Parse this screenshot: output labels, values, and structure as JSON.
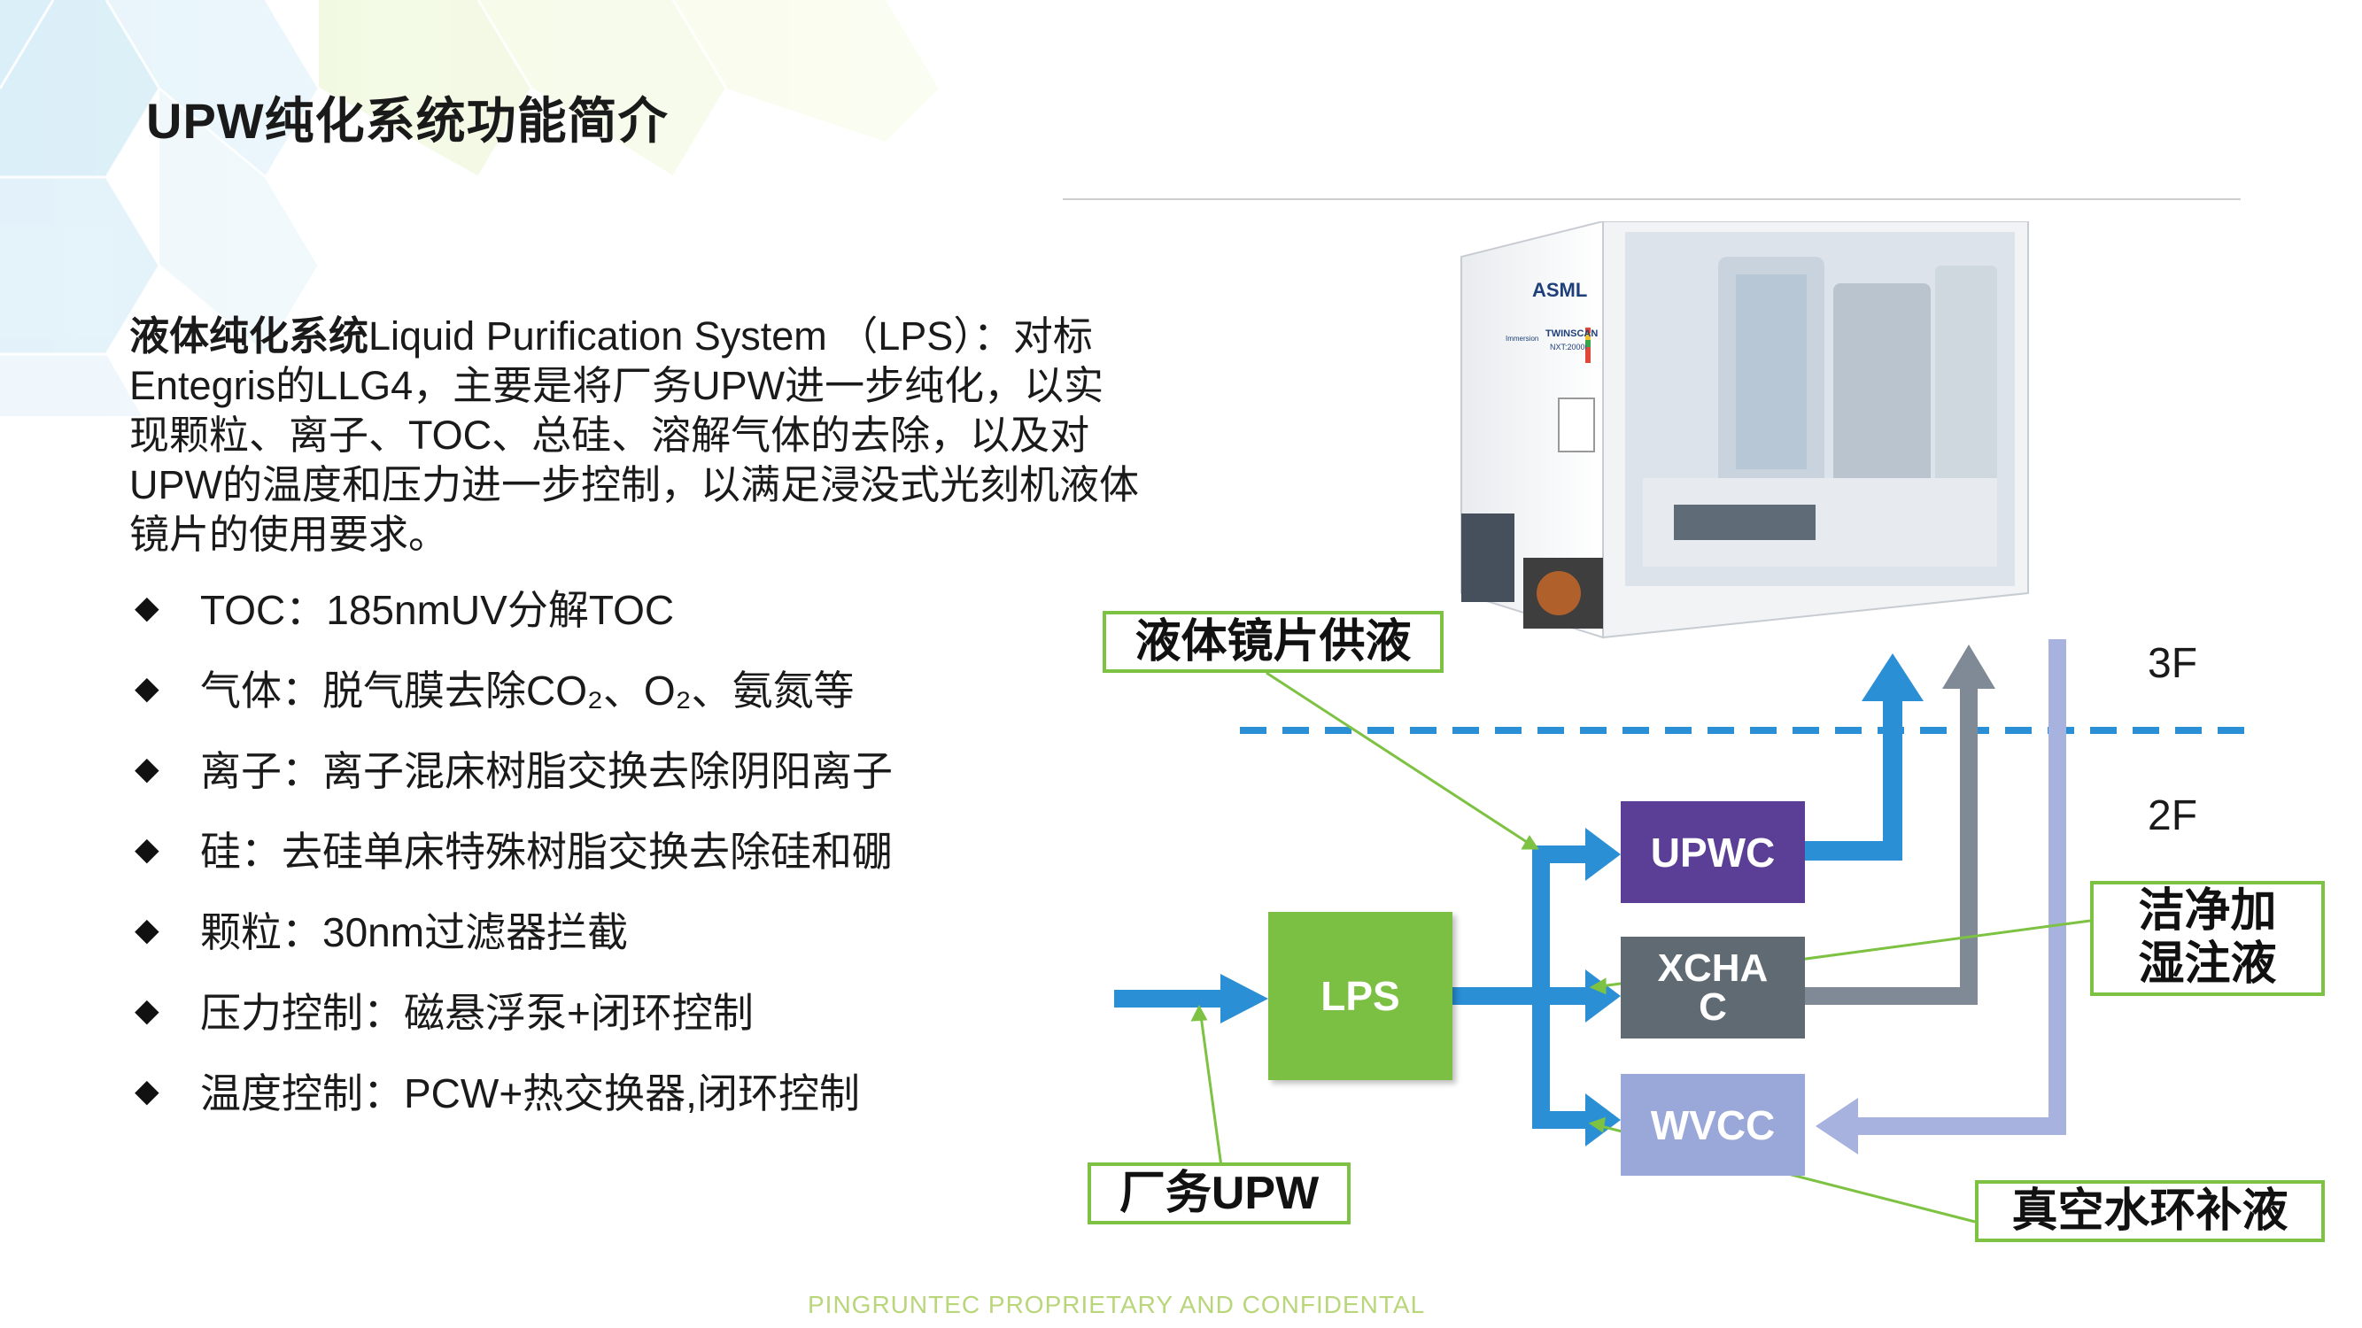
{
  "slide": {
    "title": "UPW纯化系统功能简介",
    "intro": {
      "bold_part": "液体纯化系统",
      "rest": "Liquid Purification System （LPS）：对标Entegris的LLG4，主要是将厂务UPW进一步纯化，以实现颗粒、离子、TOC、总硅、溶解气体的去除，以及对UPW的温度和压力进一步控制，以满足浸没式光刻机液体镜片的使用要求。"
    },
    "bullets": [
      {
        "icon": "diamond-bullet-icon",
        "text": "TOC：185nmUV分解TOC"
      },
      {
        "icon": "diamond-bullet-icon",
        "text": "气体：脱气膜去除CO₂、O₂、氨氮等"
      },
      {
        "icon": "diamond-bullet-icon",
        "text": "离子：离子混床树脂交换去除阴阳离子"
      },
      {
        "icon": "diamond-bullet-icon",
        "text": "硅：去硅单床特殊树脂交换去除硅和硼"
      },
      {
        "icon": "diamond-bullet-icon",
        "text": "颗粒：30nm过滤器拦截"
      },
      {
        "icon": "diamond-bullet-icon",
        "text": "压力控制：磁悬浮泵+闭环控制"
      },
      {
        "icon": "diamond-bullet-icon",
        "text": "温度控制：PCW+热交换器,闭环控制"
      }
    ],
    "footer": "PINGRUNTEC PROPRIETARY AND CONFIDENTAL"
  },
  "machine": {
    "brand": "ASML",
    "model": "TWINSCAN",
    "model_code": "NXT:2000i",
    "side_text": "Immersion"
  },
  "diagram": {
    "floor_upper": "3F",
    "floor_lower": "2F",
    "boxes": {
      "lps": "LPS",
      "upwc": "UPWC",
      "xchac_line1": "XCHA",
      "xchac_line2": "C",
      "wvcc": "WVCC"
    },
    "callouts": {
      "lens_supply": "液体镜片供液",
      "humidify_line1": "洁净加",
      "humidify_line2": "湿注液",
      "fab_upw": "厂务UPW",
      "vacuum_ring": "真空水环补液"
    },
    "colors": {
      "lps": "#7bc043",
      "upwc": "#5b3f96",
      "xchac": "#5f6a73",
      "wvcc": "#9aa8d9",
      "flow_blue": "#2b8fd6",
      "return_gray": "#7f8a96",
      "return_lavender": "#a7b3de",
      "callout_green": "#7dc242",
      "floor_line": "#2b8fd6"
    }
  }
}
